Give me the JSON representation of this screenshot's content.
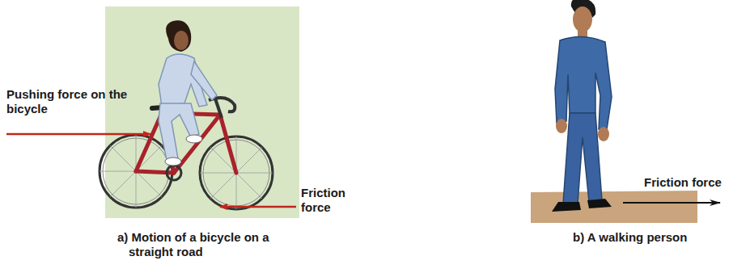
{
  "diagram": {
    "labels": [
      "Pushing force on the bicycle",
      "Friction force",
      "a) Motion of a bicycle on a straight road",
      "Friction force",
      "b) A walking person"
    ]
  }
}
